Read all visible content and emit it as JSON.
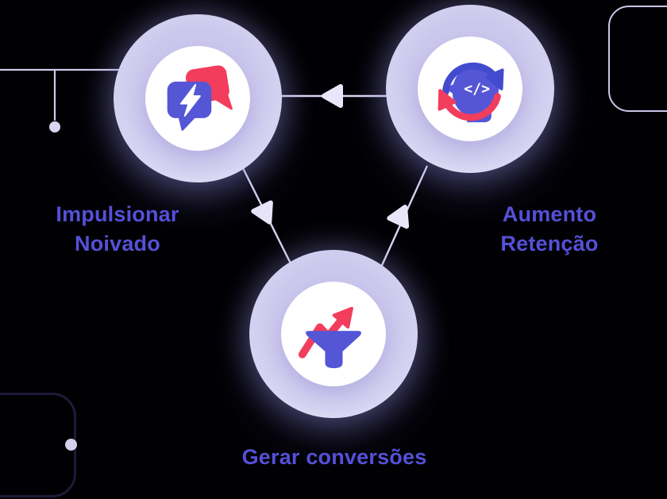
{
  "diagram": {
    "nodes": {
      "engagement": {
        "label_line1": "Impulsionar",
        "label_line2": "Noivado",
        "icon": "chat-lightning-icon"
      },
      "retention": {
        "label_line1": "Aumento",
        "label_line2": "Retenção",
        "icon": "head-code-sync-icon",
        "code_glyph": "</>"
      },
      "conversions": {
        "label": "Gerar conversões",
        "icon": "funnel-growth-icon"
      }
    },
    "edges": [
      {
        "from": "retention",
        "to": "engagement"
      },
      {
        "from": "engagement",
        "to": "conversions"
      },
      {
        "from": "conversions",
        "to": "retention"
      }
    ],
    "colors": {
      "background": "#010104",
      "node_indigo": "#5456D6",
      "node_rose": "#F23D5C",
      "arc_blue": "#424BCE",
      "label_text": "#5550D8",
      "connector_lavender": "#D9D6F1",
      "circle_fill_light": "#CCC8ED",
      "inner_circle": "#FFFFFF"
    }
  }
}
